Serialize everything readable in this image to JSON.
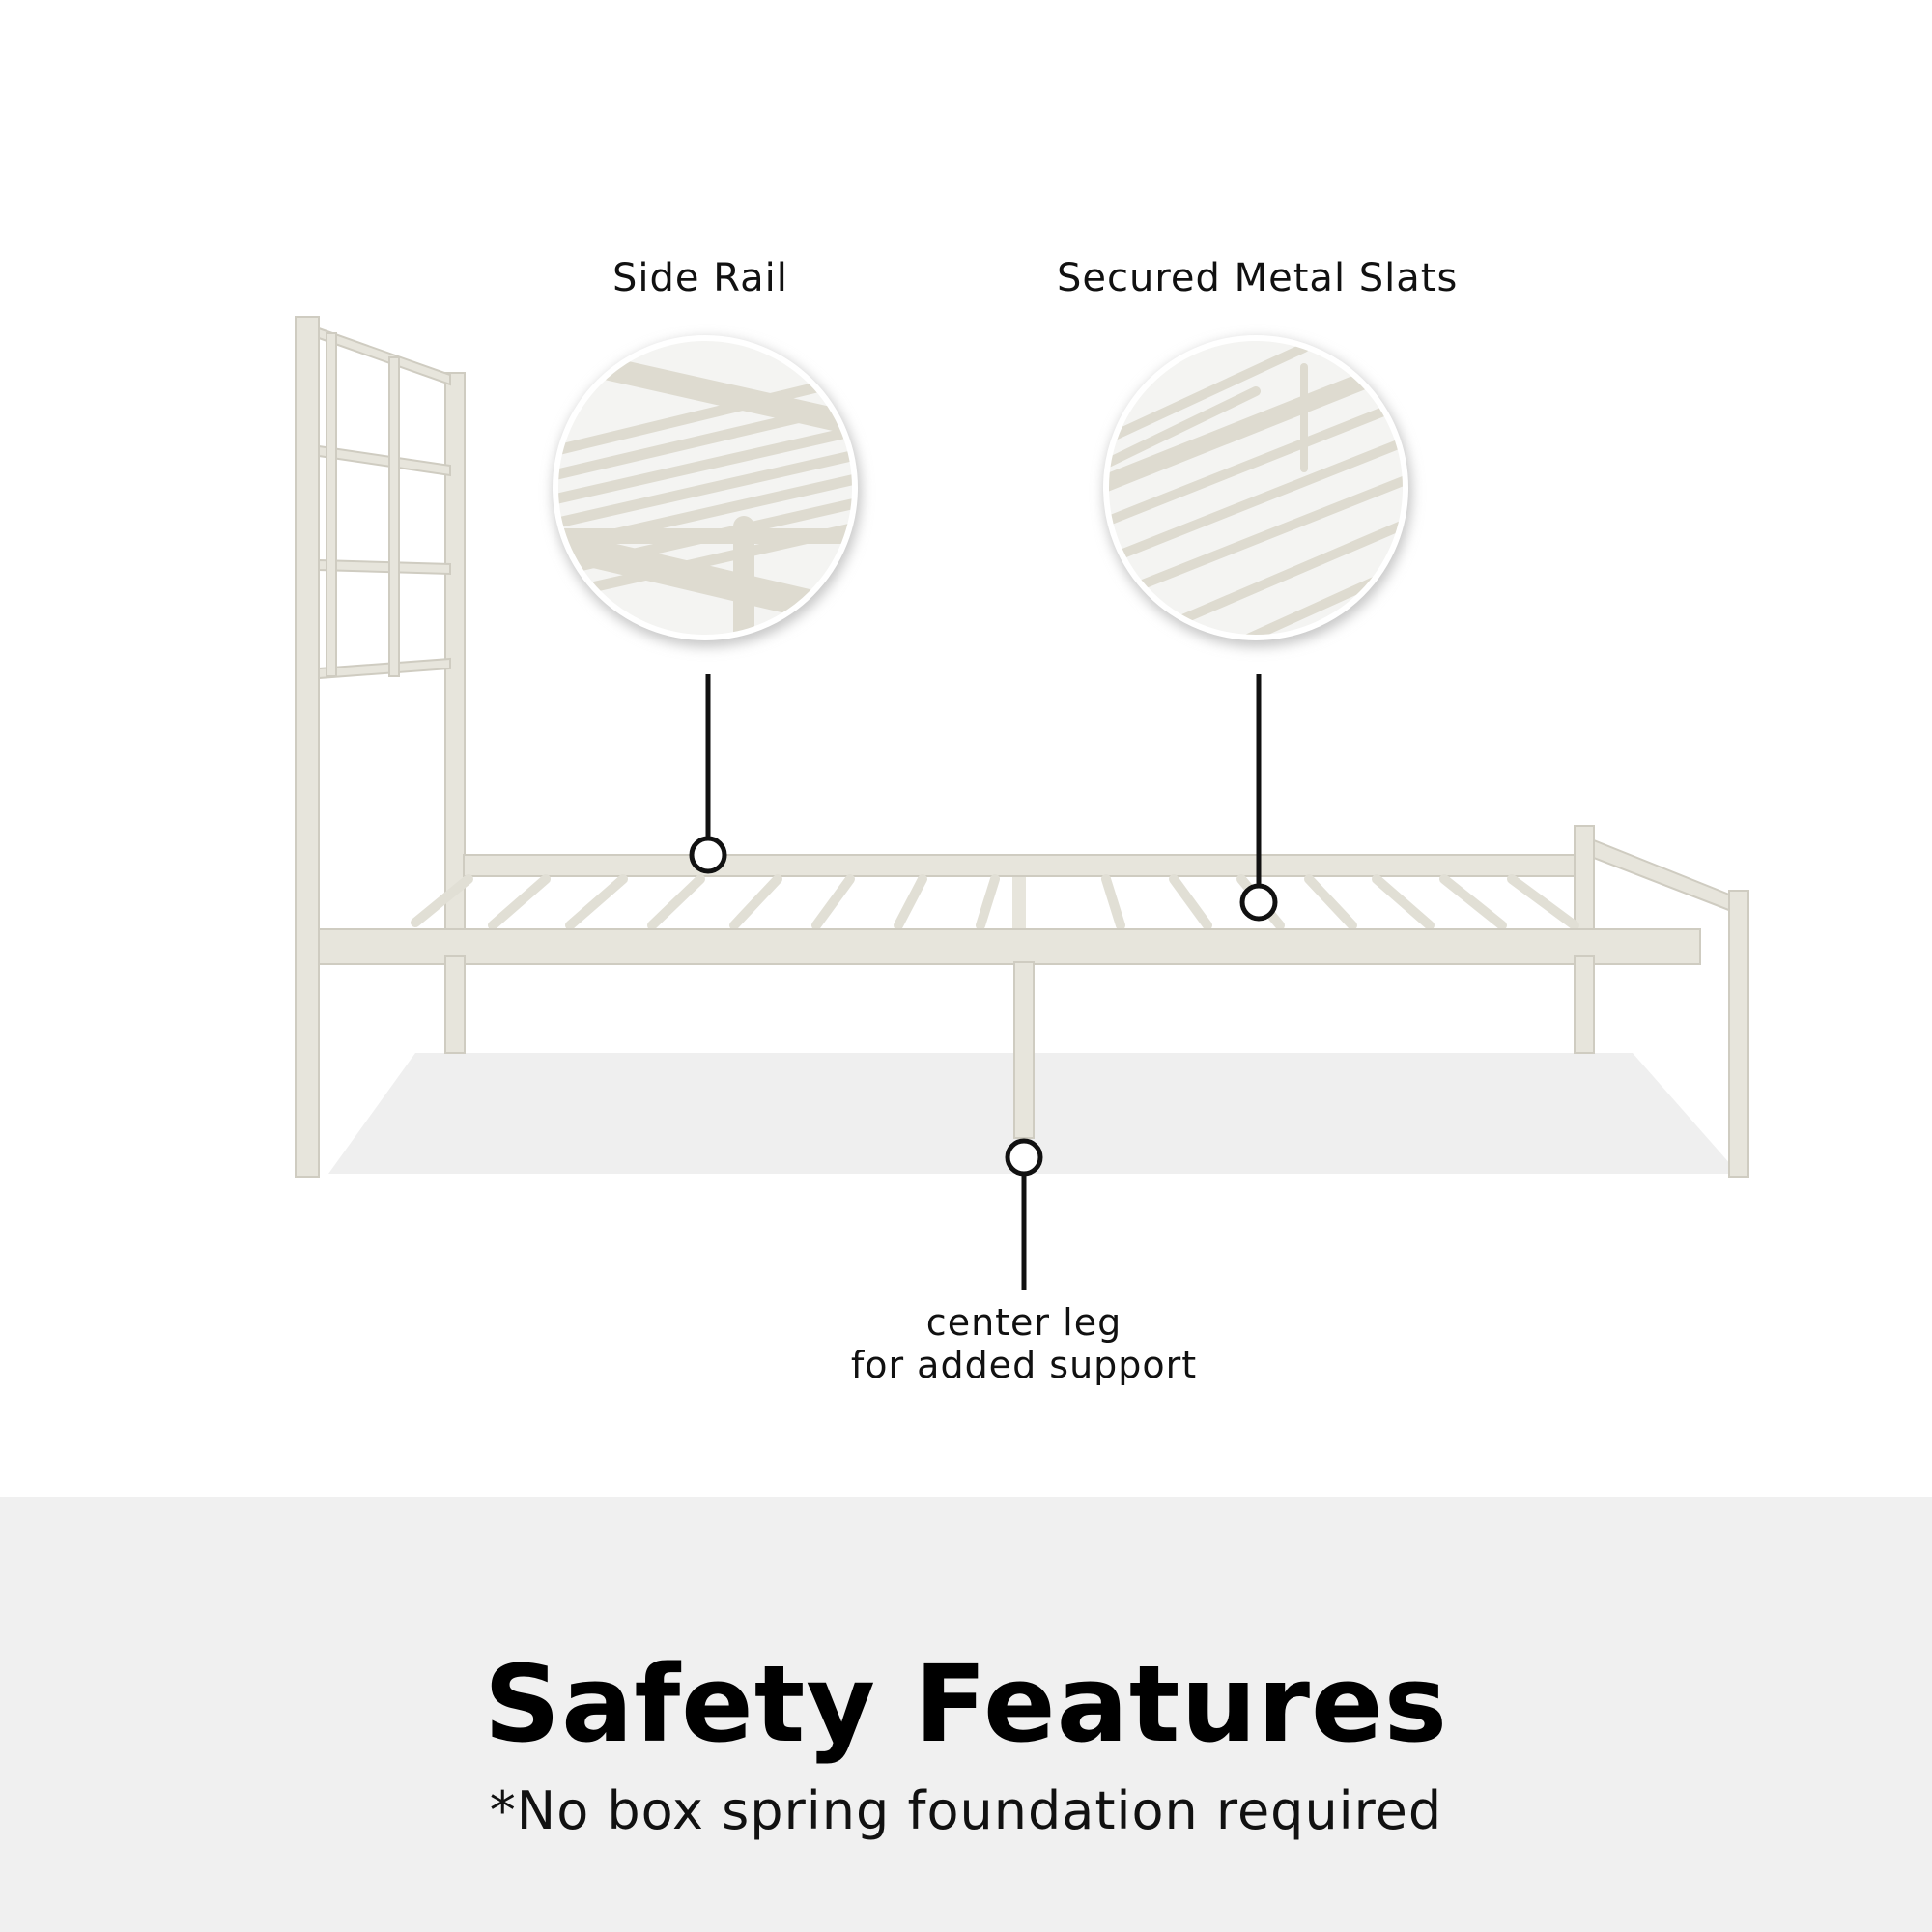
{
  "callouts": {
    "side_rail": "Side Rail",
    "slats": "Secured Metal Slats",
    "center_leg_line1": "center leg",
    "center_leg_line2": "for added support"
  },
  "footer": {
    "title": "Safety Features",
    "note": "*No box spring foundation required"
  },
  "colors": {
    "frame": "#e7e5dc",
    "frame_edge": "#cfccc1",
    "floor_shadow": "#efefef",
    "footer_band": "#f0f0f0",
    "callout_line": "#111111"
  }
}
